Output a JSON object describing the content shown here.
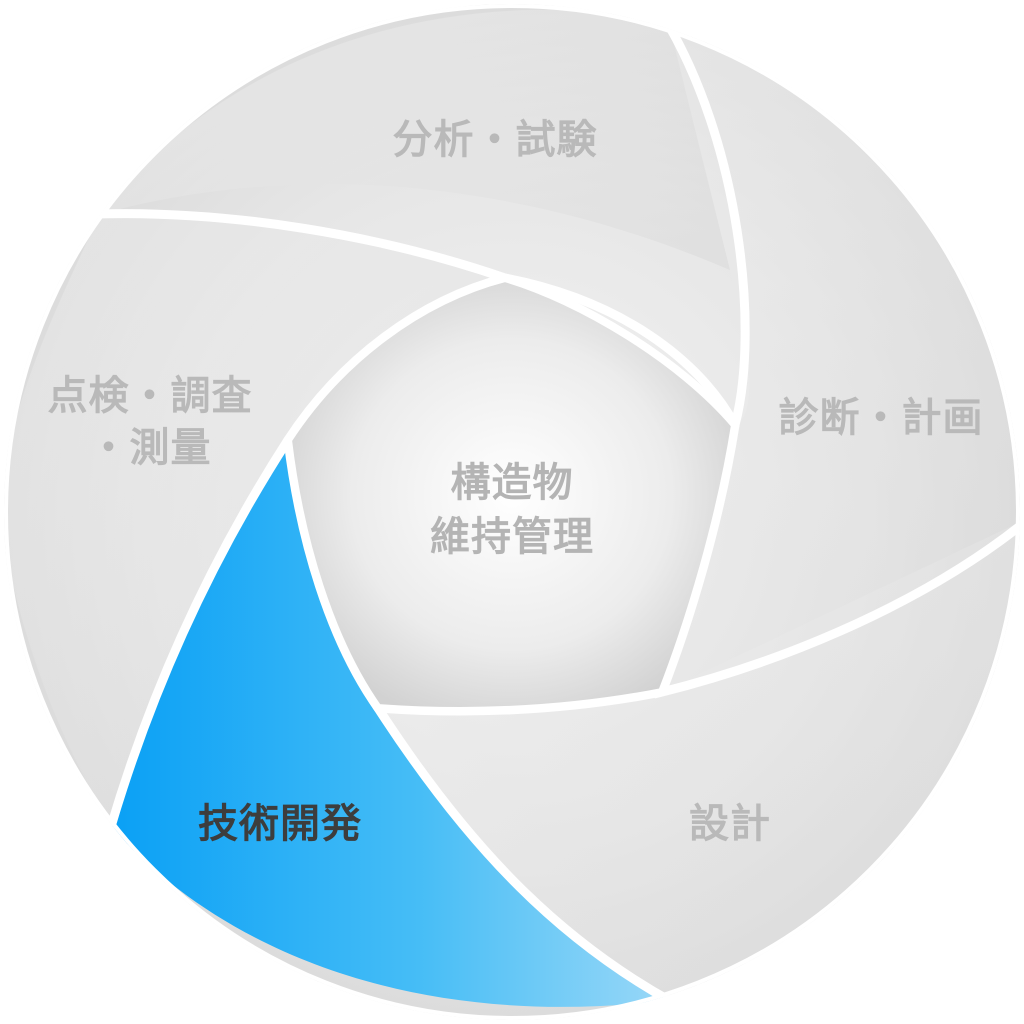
{
  "diagram": {
    "center": {
      "line1": "構造物",
      "line2": "維持管理"
    },
    "segments": [
      {
        "id": "analysis",
        "label": "分析・試験"
      },
      {
        "id": "diagnosis",
        "label": "診断・計画"
      },
      {
        "id": "design",
        "label": "設計"
      },
      {
        "id": "development",
        "label": "技術開発",
        "active": true
      },
      {
        "id": "inspection",
        "line1": "点検・調査",
        "line2": "・測量"
      }
    ],
    "colors": {
      "inactive_fill": "#e6e6e6",
      "inactive_text": "#b9b9b9",
      "active_fill_start": "#0aa0f5",
      "active_fill_end": "#9ad8f7",
      "active_text": "#3d3d3d",
      "separator": "#ffffff"
    }
  }
}
